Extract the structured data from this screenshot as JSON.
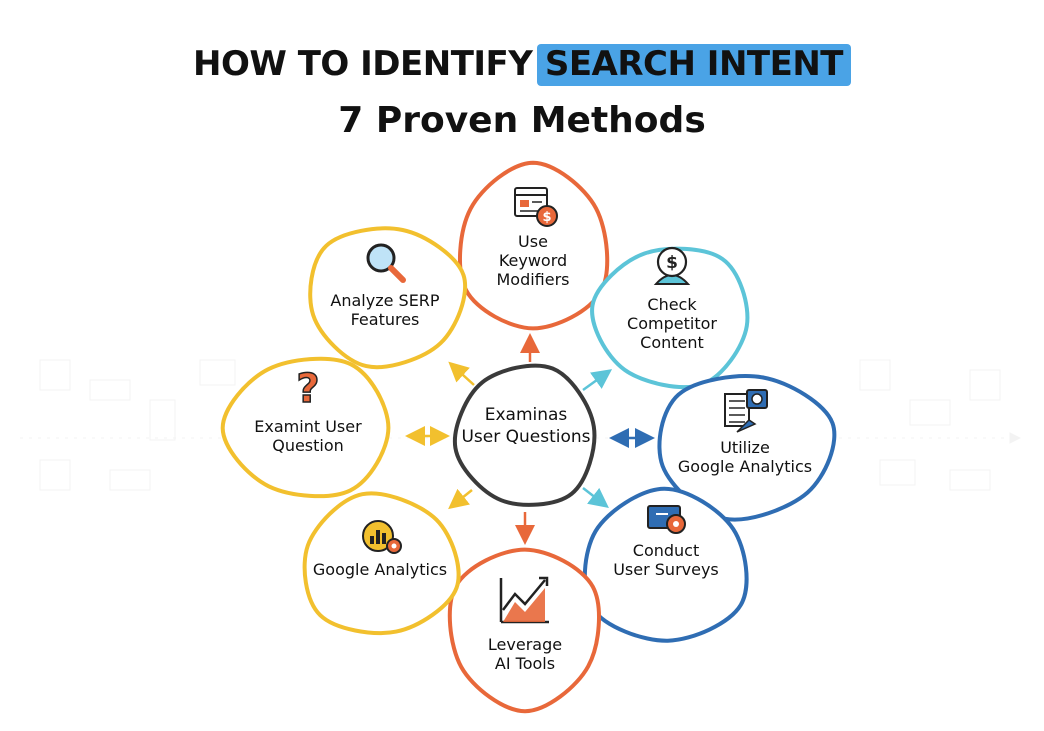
{
  "title": {
    "prefix": "HOW TO IDENTIFY",
    "highlight": "SEARCH INTENT",
    "subtitle": "7 Proven Methods"
  },
  "colors": {
    "highlight": "#4aa3e6",
    "orange": "#e8683a",
    "yellow": "#f2c02e",
    "teal": "#5cc4d8",
    "blue": "#2f6db3",
    "center": "#3a3a3a"
  },
  "center": {
    "lines": [
      "Examinas",
      "User Questions"
    ]
  },
  "nodes": [
    {
      "id": "keyword-modifiers",
      "lines": [
        "Use",
        "Keyword",
        "Modifiers"
      ],
      "color": "orange",
      "icon": "browser-dollar-icon"
    },
    {
      "id": "competitor-content",
      "lines": [
        "Check",
        "Competitor",
        "Content"
      ],
      "color": "teal",
      "icon": "dollar-person-icon"
    },
    {
      "id": "google-analytics-right",
      "lines": [
        "Utilize",
        "Google Analytics"
      ],
      "color": "blue",
      "icon": "document-gear-icon"
    },
    {
      "id": "user-surveys",
      "lines": [
        "Conduct",
        "User Surveys"
      ],
      "color": "blue",
      "icon": "monitor-bug-icon"
    },
    {
      "id": "ai-tools",
      "lines": [
        "Leverage",
        "AI Tools"
      ],
      "color": "orange",
      "icon": "trend-chart-icon"
    },
    {
      "id": "google-analytics-left",
      "lines": [
        "Google Analytics"
      ],
      "color": "yellow",
      "icon": "chart-gear-icon"
    },
    {
      "id": "user-question",
      "lines": [
        "Examint User",
        "Question"
      ],
      "color": "yellow",
      "icon": "question-mark-icon"
    },
    {
      "id": "serp-features",
      "lines": [
        "Analyze SERP",
        "Features"
      ],
      "color": "yellow",
      "icon": "magnifier-icon"
    }
  ]
}
